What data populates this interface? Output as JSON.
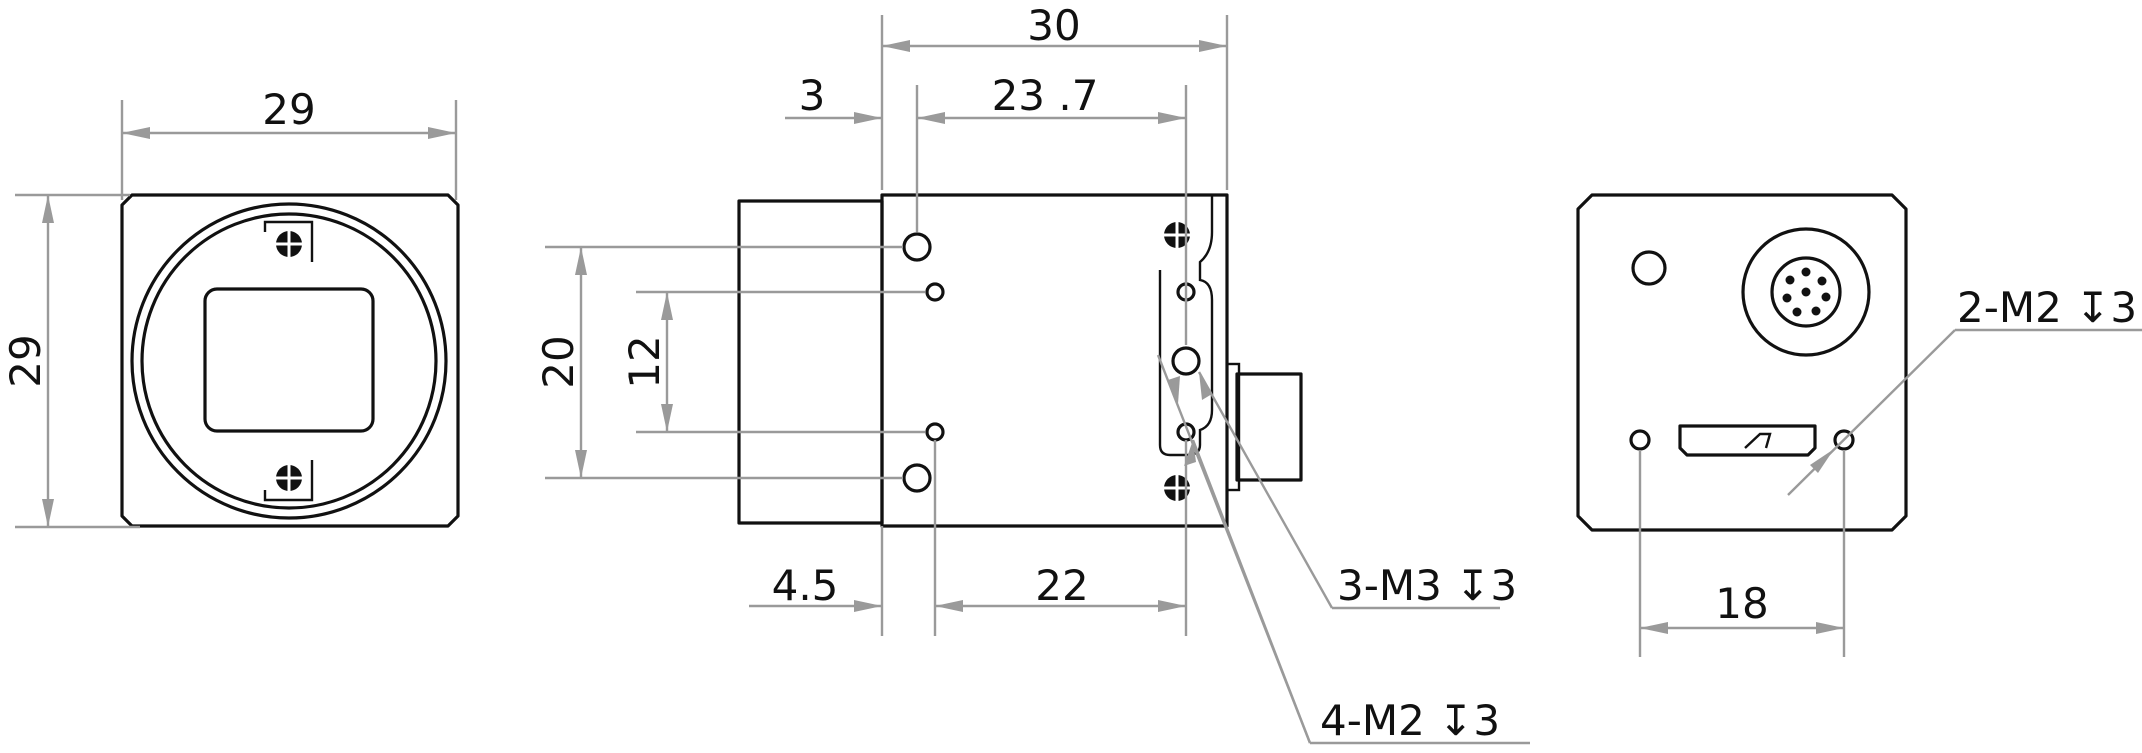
{
  "front_view": {
    "width_label": "29",
    "height_label": "29"
  },
  "side_view": {
    "total_length_label": "30",
    "hole_offset_label": "3",
    "hole_span_label": "23 .7",
    "outer_hole_pitch_label": "20",
    "inner_hole_pitch_label": "12",
    "lens_mount_depth_label": "4.5",
    "inner_hole_span_label": "22",
    "callout_m3": "3-M3  ↧3",
    "callout_m2": "4-M2  ↧3"
  },
  "rear_view": {
    "hole_spacing_label": "18",
    "callout_m2": "2-M2 ↧3"
  },
  "colors": {
    "outline": "#111111",
    "dimension": "#9a9a9a"
  }
}
